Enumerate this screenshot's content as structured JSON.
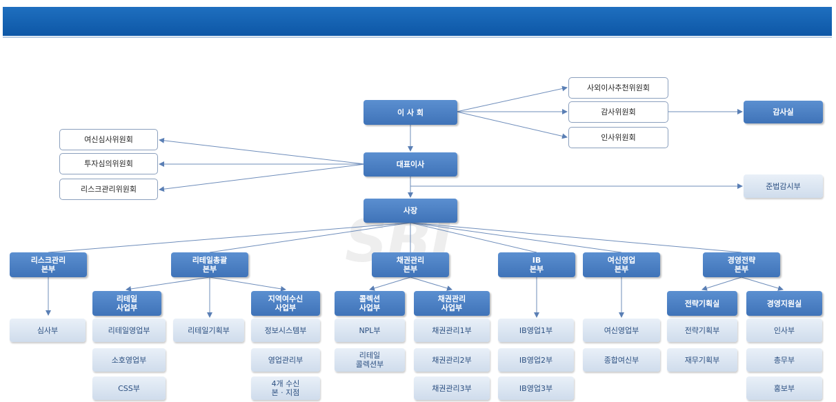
{
  "watermark": "SBI",
  "board": "이 사 회",
  "ceo": "대표이사",
  "president": "사장",
  "committees_right": [
    "사외이사추천위원회",
    "감사위원회",
    "인사위원회"
  ],
  "audit_office": "감사실",
  "committees_left": [
    "여신심사위원회",
    "투자심의위원회",
    "리스크관리위원회"
  ],
  "compliance": "준법감시부",
  "divisions": {
    "risk": "리스크관리\n본부",
    "retail": "리테일총괄\n본부",
    "bond": "채권관리\n본부",
    "ib": "IB\n본부",
    "credit": "여신영업\n본부",
    "strategy": "경영전략\n본부"
  },
  "sub_units": {
    "retail_biz": "리테일\n사업부",
    "regional": "지역여수신\n사업부",
    "collection": "콜렉션\n사업부",
    "bond_biz": "채권관리\n사업부",
    "planning_office": "전략기획실",
    "support_office": "경영지원실"
  },
  "departments": {
    "review": "심사부",
    "retail_sales": "리테일영업부",
    "small_biz": "소호영업부",
    "css": "CSS부",
    "retail_planning": "리테일기획부",
    "info_systems": "정보시스템부",
    "sales_mgmt": "영업관리부",
    "four_branches": "4개 수신\n본 · 지점",
    "npl": "NPL부",
    "retail_collection": "리테일\n콜렉션부",
    "bond1": "채권관리1부",
    "bond2": "채권관리2부",
    "bond3": "채권관리3부",
    "ib1": "IB영업1부",
    "ib2": "IB영업2부",
    "ib3": "IB영업3부",
    "credit_sales": "여신영업부",
    "general_credit": "종합여신부",
    "strategy_planning": "전략기획부",
    "finance_planning": "재무기획부",
    "hr": "인사부",
    "general_affairs": "총무부",
    "pr": "홍보부"
  }
}
